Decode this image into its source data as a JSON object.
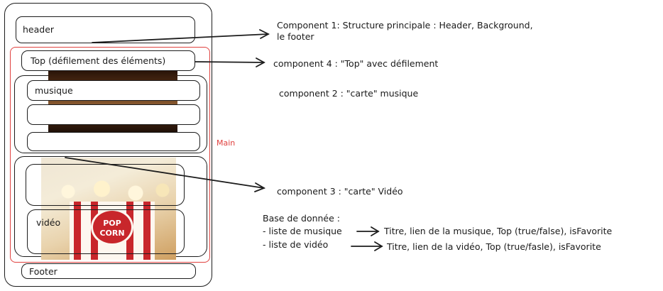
{
  "wireframe": {
    "header_label": "header",
    "main_label": "Main",
    "top_label": "Top (défilement des éléments)",
    "music_label": "musique",
    "video_label": "vidéo",
    "footer_label": "Footer",
    "popcorn_label_1": "POP",
    "popcorn_label_2": "CORN"
  },
  "annotations": {
    "component1_line1": "Component 1: Structure principale : Header, Background,",
    "component1_line2": "le footer",
    "component4": "component 4 : \"Top\" avec défilement",
    "component2": "component 2 : \"carte\" musique",
    "component3": "component 3 : \"carte\" Vidéo"
  },
  "database": {
    "title": "Base de donnée :",
    "rows": [
      {
        "item": "- liste de musique",
        "fields": "Titre, lien de la musique, Top (true/false), isFavorite"
      },
      {
        "item": "- liste de vidéo",
        "fields": "Titre, lien de la vidéo, Top (true/fasle), isFavorite"
      }
    ]
  },
  "colors": {
    "stroke": "#1c1c1c",
    "main_frame": "#e0403e",
    "popcorn_red": "#c8262b"
  }
}
